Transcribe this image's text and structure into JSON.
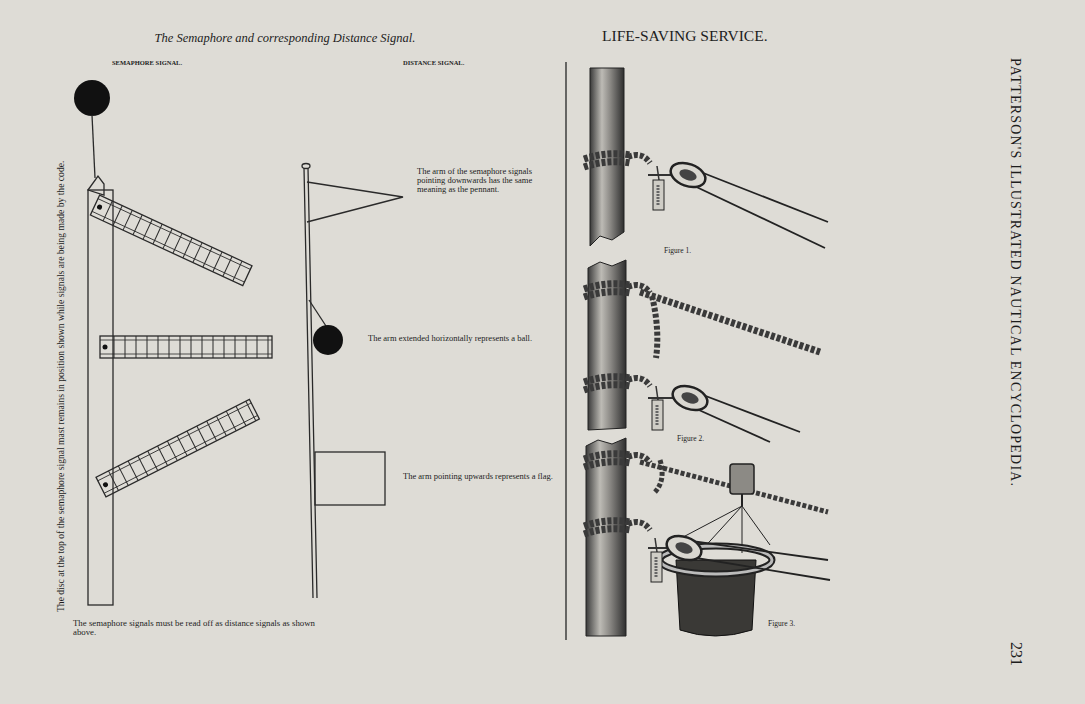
{
  "diagram": {
    "labels": [
      "The Semaphore and corresponding Distance Signal.",
      "SEMAPHORE SIGNAL.",
      "DISTANCE SIGNAL.",
      "The disc at the top of the semaphore signal mast remains in position shown while signals are being made by the code.",
      "The arm of the semaphore signals pointing downwards has the same meaning as the pennant.",
      "The arm extended horizontally represents a ball.",
      "The arm pointing upwards represents a flag.",
      "The semaphore signals must be read off as distance signals as shown above.",
      "LIFE-SAVING SERVICE.",
      "Figure 1.",
      "Figure 2.",
      "Figure 3.",
      "PATTERSON'S ILLUSTRATED NAUTICAL ENCYCLOPEDIA.",
      "231"
    ]
  }
}
